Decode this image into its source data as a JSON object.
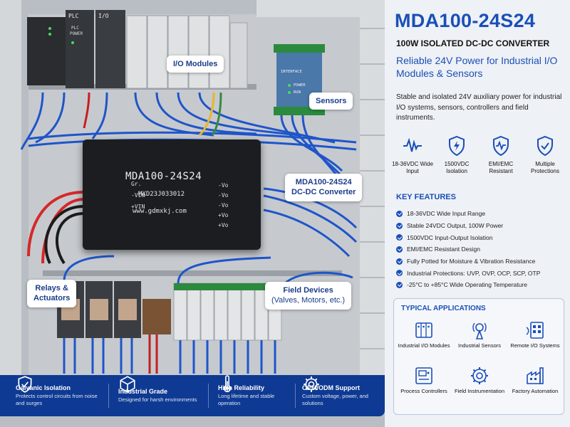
{
  "product": {
    "model": "MDA100-24S24",
    "subtitle": "100W ISOLATED DC-DC CONVERTER",
    "tagline": "Reliable 24V Power for Industrial I/O Modules & Sensors",
    "description": "Stable and isolated 24V auxiliary power for industrial I/O systems, sensors, controllers and field instruments."
  },
  "highlights": [
    {
      "icon": "waveform-icon",
      "label": "18-36VDC Wide Input"
    },
    {
      "icon": "bolt-shield-icon",
      "label": "1500VDC Isolation"
    },
    {
      "icon": "pulse-shield-icon",
      "label": "EMI/EMC Resistant"
    },
    {
      "icon": "check-shield-icon",
      "label": "Multiple Protections"
    }
  ],
  "key_features": {
    "title": "KEY FEATURES",
    "items": [
      "18-36VDC Wide Input Range",
      "Stable 24VDC Output, 100W Power",
      "1500VDC Input-Output Isolation",
      "EMI/EMC Resistant Design",
      "Fully Potted for Moisture & Vibration Resistance",
      "Industrial Protections: UVP, OVP, OCP, SCP, OTP",
      "-25°C to +85°C Wide Operating Temperature"
    ]
  },
  "applications": {
    "title": "TYPICAL APPLICATIONS",
    "items": [
      {
        "icon": "io-module-icon",
        "label": "Industrial I/O Modules"
      },
      {
        "icon": "sensor-icon",
        "label": "Industrial Sensors"
      },
      {
        "icon": "remote-io-icon",
        "label": "Remote I/O Systems"
      },
      {
        "icon": "controller-icon",
        "label": "Process Controllers"
      },
      {
        "icon": "gear-icon",
        "label": "Field Instrumentation"
      },
      {
        "icon": "factory-icon",
        "label": "Factory Automation"
      }
    ]
  },
  "photo": {
    "module_label": "MDA100-24S24",
    "module_serial": "MXD23J033012",
    "module_web": "www.gdmxkj.com",
    "pins_left": [
      "Gr.",
      "-VIN",
      "+VIN"
    ],
    "pins_right": [
      "-Vo",
      "-Vo",
      "-Vo",
      "+Vo",
      "+Vo"
    ],
    "plc_label": "PLC",
    "plc_sub": "PLC",
    "plc_power": "POWER",
    "io_label": "I/O",
    "interface_label": "INTERFACE",
    "interface_power": "POWER",
    "interface_run": "RUN",
    "callouts": {
      "io_modules": "I/O Modules",
      "sensors": "Sensors",
      "converter_line1": "MDA100-24S24",
      "converter_line2": "DC-DC Converter",
      "relays_line1": "Relays &",
      "relays_line2": "Actuators",
      "field_line1": "Field Devices",
      "field_line2": "(Valves, Motors, etc.)"
    }
  },
  "benefits": [
    {
      "icon": "shield-check-icon",
      "title": "Galvanic Isolation",
      "desc": "Protects control circuits from noise and surges"
    },
    {
      "icon": "cube-icon",
      "title": "Industrial Grade",
      "desc": "Designed for harsh environments"
    },
    {
      "icon": "thermometer-icon",
      "title": "High Reliability",
      "desc": "Long lifetime and stable operation"
    },
    {
      "icon": "gear-icon",
      "title": "OEM/ODM Support",
      "desc": "Custom voltage, power, and solutions"
    }
  ],
  "colors": {
    "brand_blue": "#1a4fb8",
    "band_blue": "#0f3a93"
  }
}
